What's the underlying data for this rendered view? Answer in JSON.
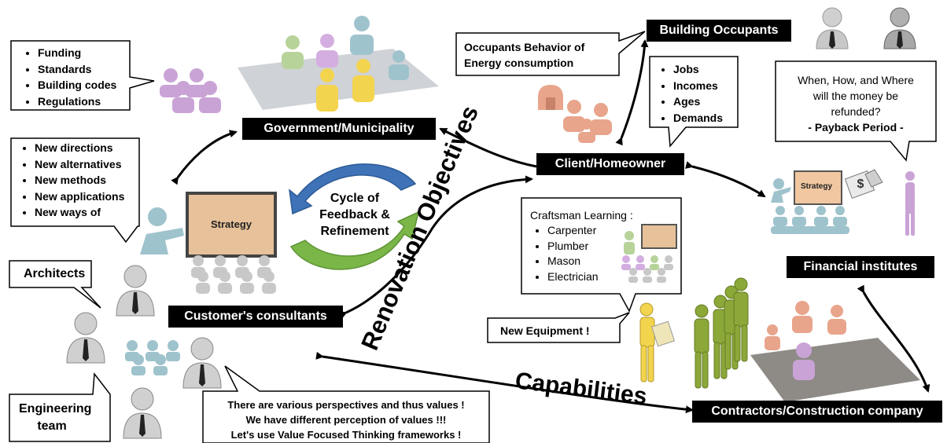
{
  "government": {
    "label": "Government/Municipality",
    "callout": [
      "Funding",
      "Standards",
      "Building codes",
      "Regulations"
    ]
  },
  "occupants": {
    "label": "Building Occupants",
    "behavior_note": [
      "Occupants Behavior of",
      "Energy consumption"
    ],
    "demographics": [
      "Jobs",
      "Incomes",
      "Ages",
      "Demands"
    ]
  },
  "client": {
    "label": "Client/Homeowner"
  },
  "finance": {
    "label": "Financial institutes",
    "question": [
      "When, How, and Where",
      "will the money be",
      "refunded?"
    ],
    "payback": "- Payback Period -",
    "strategy_board": "Strategy"
  },
  "consultants": {
    "label": "Customer's consultants",
    "callout": [
      "New directions",
      "New alternatives",
      "New methods",
      "New applications",
      "New ways of"
    ],
    "strategy_board": "Strategy"
  },
  "cycle": {
    "lines": [
      "Cycle of",
      "Feedback &",
      "Refinement"
    ]
  },
  "objectives": {
    "label": "Renovation Objectives"
  },
  "capabilities": {
    "label": "Capabilities"
  },
  "craftsman": {
    "title": "Craftsman Learning :",
    "trades": [
      "Carpenter",
      "Plumber",
      "Mason",
      "Electrician"
    ]
  },
  "equipment": {
    "label": "New Equipment !"
  },
  "contractors": {
    "label": "Contractors/Construction company"
  },
  "architects": {
    "label": "Architects"
  },
  "engineering": {
    "lines": [
      "Engineering",
      "team"
    ]
  },
  "values_note": {
    "lines": [
      "There are various perspectives and thus values !",
      "We have different perception of values !!!",
      "Let's use Value Focused Thinking frameworks !"
    ]
  },
  "colors": {
    "tag_bg": "#000000",
    "arrow_blue": "#3f73b8",
    "arrow_green": "#7ab648",
    "lilac": "#c9a3d6",
    "teal": "#9fc3cd",
    "olive": "#8ba838",
    "salmon": "#e8a58c",
    "yellow": "#f3d44e"
  }
}
